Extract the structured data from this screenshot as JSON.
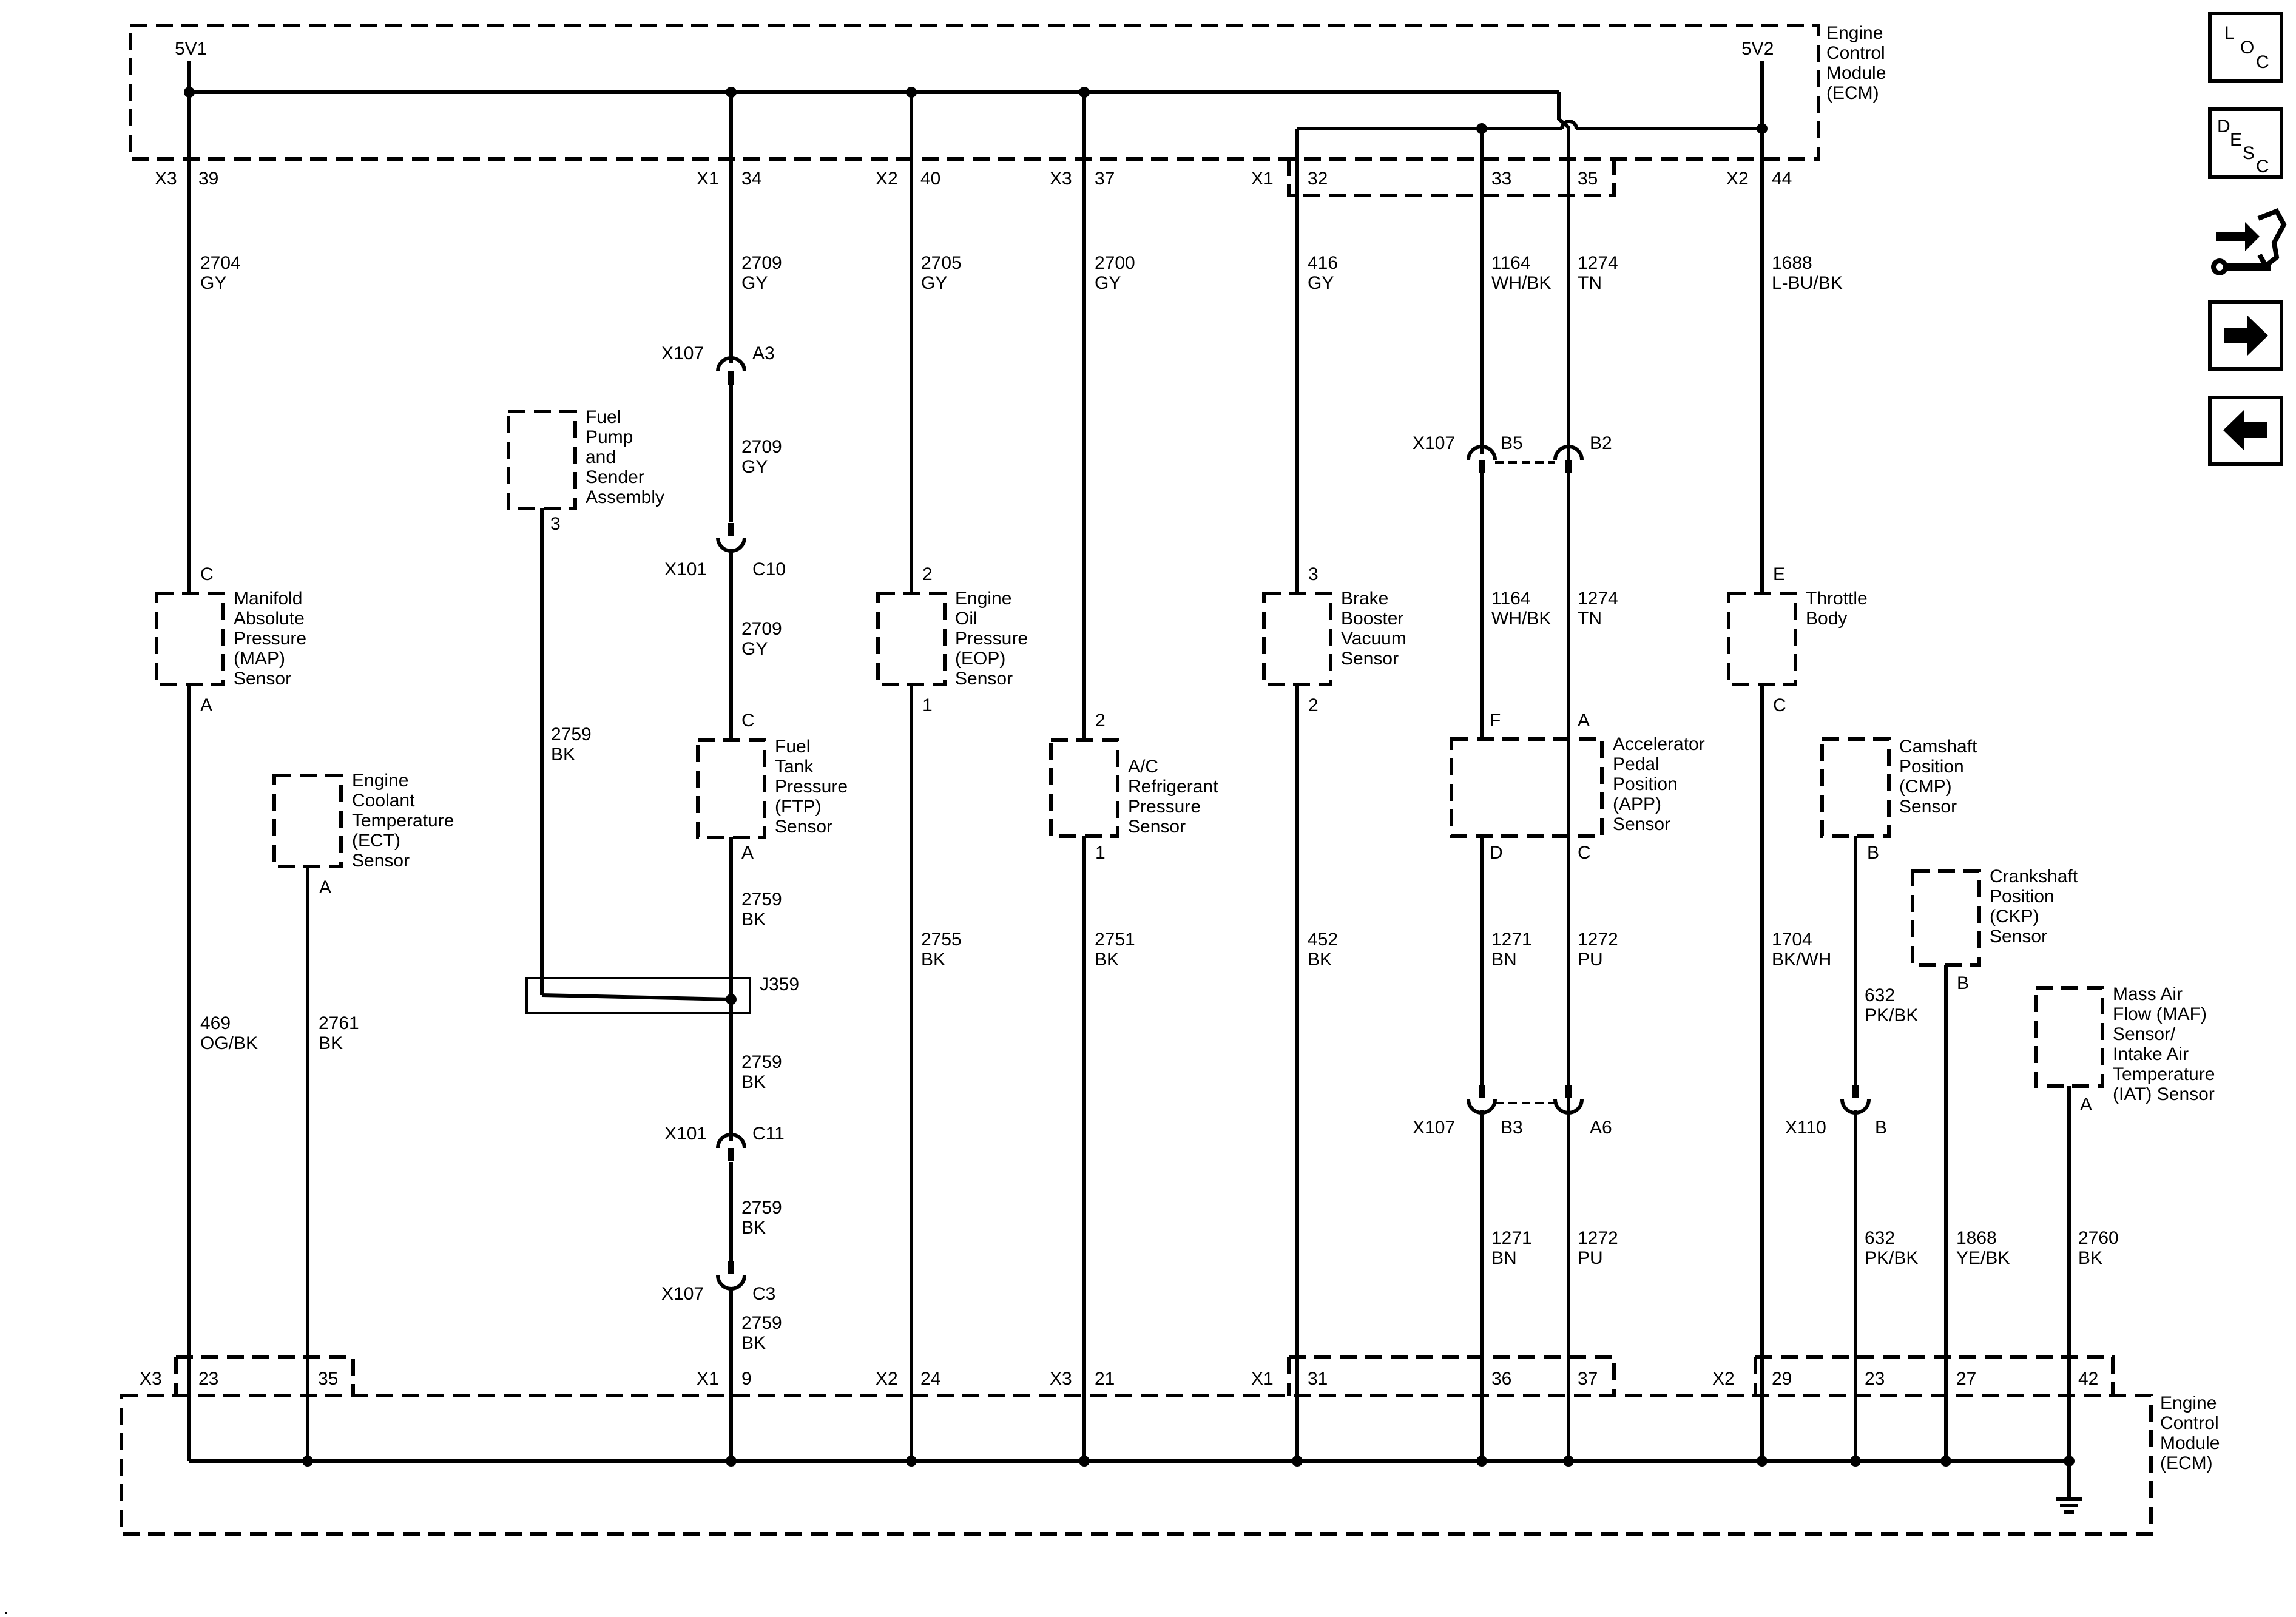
{
  "ecm_label": [
    "Engine",
    "Control",
    "Module",
    "(ECM)"
  ],
  "power": {
    "v1": "5V1",
    "v2": "5V2"
  },
  "top_pins": [
    {
      "conn": "X3",
      "pin": "39"
    },
    {
      "conn": "X1",
      "pin": "34"
    },
    {
      "conn": "X2",
      "pin": "40"
    },
    {
      "conn": "X3",
      "pin": "37"
    },
    {
      "conn": "X1",
      "pin": "32"
    },
    {
      "conn": "",
      "pin": "33"
    },
    {
      "conn": "",
      "pin": "35"
    },
    {
      "conn": "X2",
      "pin": "44"
    }
  ],
  "bottom_pins": [
    {
      "conn": "X3",
      "pin": "23"
    },
    {
      "conn": "",
      "pin": "35"
    },
    {
      "conn": "X1",
      "pin": "9"
    },
    {
      "conn": "X2",
      "pin": "24"
    },
    {
      "conn": "X3",
      "pin": "21"
    },
    {
      "conn": "X1",
      "pin": "31"
    },
    {
      "conn": "",
      "pin": "36"
    },
    {
      "conn": "",
      "pin": "37"
    },
    {
      "conn": "X2",
      "pin": "29"
    },
    {
      "conn": "",
      "pin": "23"
    },
    {
      "conn": "",
      "pin": "27"
    },
    {
      "conn": "",
      "pin": "42"
    }
  ],
  "wires": [
    {
      "circuit": "2704",
      "color": "GY"
    },
    {
      "circuit": "2709",
      "color": "GY"
    },
    {
      "circuit": "2709",
      "color": "GY"
    },
    {
      "circuit": "2709",
      "color": "GY"
    },
    {
      "circuit": "2705",
      "color": "GY"
    },
    {
      "circuit": "2700",
      "color": "GY"
    },
    {
      "circuit": "416",
      "color": "GY"
    },
    {
      "circuit": "1164",
      "color": "WH/BK"
    },
    {
      "circuit": "1274",
      "color": "TN"
    },
    {
      "circuit": "1164",
      "color": "WH/BK"
    },
    {
      "circuit": "1274",
      "color": "TN"
    },
    {
      "circuit": "1688",
      "color": "L-BU/BK"
    },
    {
      "circuit": "2759",
      "color": "BK"
    },
    {
      "circuit": "2759",
      "color": "BK"
    },
    {
      "circuit": "2759",
      "color": "BK"
    },
    {
      "circuit": "2759",
      "color": "BK"
    },
    {
      "circuit": "2759",
      "color": "BK"
    },
    {
      "circuit": "469",
      "color": "OG/BK"
    },
    {
      "circuit": "2761",
      "color": "BK"
    },
    {
      "circuit": "2755",
      "color": "BK"
    },
    {
      "circuit": "2751",
      "color": "BK"
    },
    {
      "circuit": "452",
      "color": "BK"
    },
    {
      "circuit": "1271",
      "color": "BN"
    },
    {
      "circuit": "1272",
      "color": "PU"
    },
    {
      "circuit": "1271",
      "color": "BN"
    },
    {
      "circuit": "1272",
      "color": "PU"
    },
    {
      "circuit": "1704",
      "color": "BK/WH"
    },
    {
      "circuit": "632",
      "color": "PK/BK"
    },
    {
      "circuit": "632",
      "color": "PK/BK"
    },
    {
      "circuit": "1868",
      "color": "YE/BK"
    },
    {
      "circuit": "2760",
      "color": "BK"
    }
  ],
  "inline_connectors": [
    {
      "conn": "X107",
      "pin": "A3"
    },
    {
      "conn": "X101",
      "pin": "C10"
    },
    {
      "conn": "X107",
      "pin": "B5"
    },
    {
      "conn": "",
      "pin": "B2"
    },
    {
      "conn": "X101",
      "pin": "C11"
    },
    {
      "conn": "X107",
      "pin": "C3"
    },
    {
      "conn": "X107",
      "pin": "B3"
    },
    {
      "conn": "",
      "pin": "A6"
    },
    {
      "conn": "X110",
      "pin": "B"
    }
  ],
  "splice": "J359",
  "components": [
    {
      "name": [
        "Fuel",
        "Pump",
        "and",
        "Sender",
        "Assembly"
      ],
      "pins": [
        "3"
      ]
    },
    {
      "name": [
        "Manifold",
        "Absolute",
        "Pressure",
        "(MAP)",
        "Sensor"
      ],
      "pins": [
        "C",
        "A"
      ]
    },
    {
      "name": [
        "Engine",
        "Coolant",
        "Temperature",
        "(ECT)",
        "Sensor"
      ],
      "pins": [
        "A"
      ]
    },
    {
      "name": [
        "Fuel",
        "Tank",
        "Pressure",
        "(FTP)",
        "Sensor"
      ],
      "pins": [
        "C",
        "A"
      ]
    },
    {
      "name": [
        "Engine",
        "Oil",
        "Pressure",
        "(EOP)",
        "Sensor"
      ],
      "pins": [
        "2",
        "1"
      ]
    },
    {
      "name": [
        "A/C",
        "Refrigerant",
        "Pressure",
        "Sensor"
      ],
      "pins": [
        "2",
        "1"
      ]
    },
    {
      "name": [
        "Brake",
        "Booster",
        "Vacuum",
        "Sensor"
      ],
      "pins": [
        "3",
        "2"
      ]
    },
    {
      "name": [
        "Accelerator",
        "Pedal",
        "Position",
        "(APP)",
        "Sensor"
      ],
      "pins": [
        "F",
        "A",
        "D",
        "C"
      ]
    },
    {
      "name": [
        "Throttle",
        "Body"
      ],
      "pins": [
        "E",
        "C"
      ]
    },
    {
      "name": [
        "Camshaft",
        "Position",
        "(CMP)",
        "Sensor"
      ],
      "pins": [
        "B"
      ]
    },
    {
      "name": [
        "Crankshaft",
        "Position",
        "(CKP)",
        "Sensor"
      ],
      "pins": [
        "B"
      ]
    },
    {
      "name": [
        "Mass Air",
        "Flow (MAF)",
        "Sensor/",
        "Intake Air",
        "Temperature",
        "(IAT) Sensor"
      ],
      "pins": [
        "A"
      ]
    }
  ],
  "nav": {
    "loc": [
      "L",
      "O",
      "C"
    ],
    "desc": [
      "D",
      "E",
      "S",
      "C"
    ],
    "icons": [
      "connector-tool-icon",
      "arrow-right-icon",
      "arrow-left-icon"
    ]
  },
  "footnote": "."
}
